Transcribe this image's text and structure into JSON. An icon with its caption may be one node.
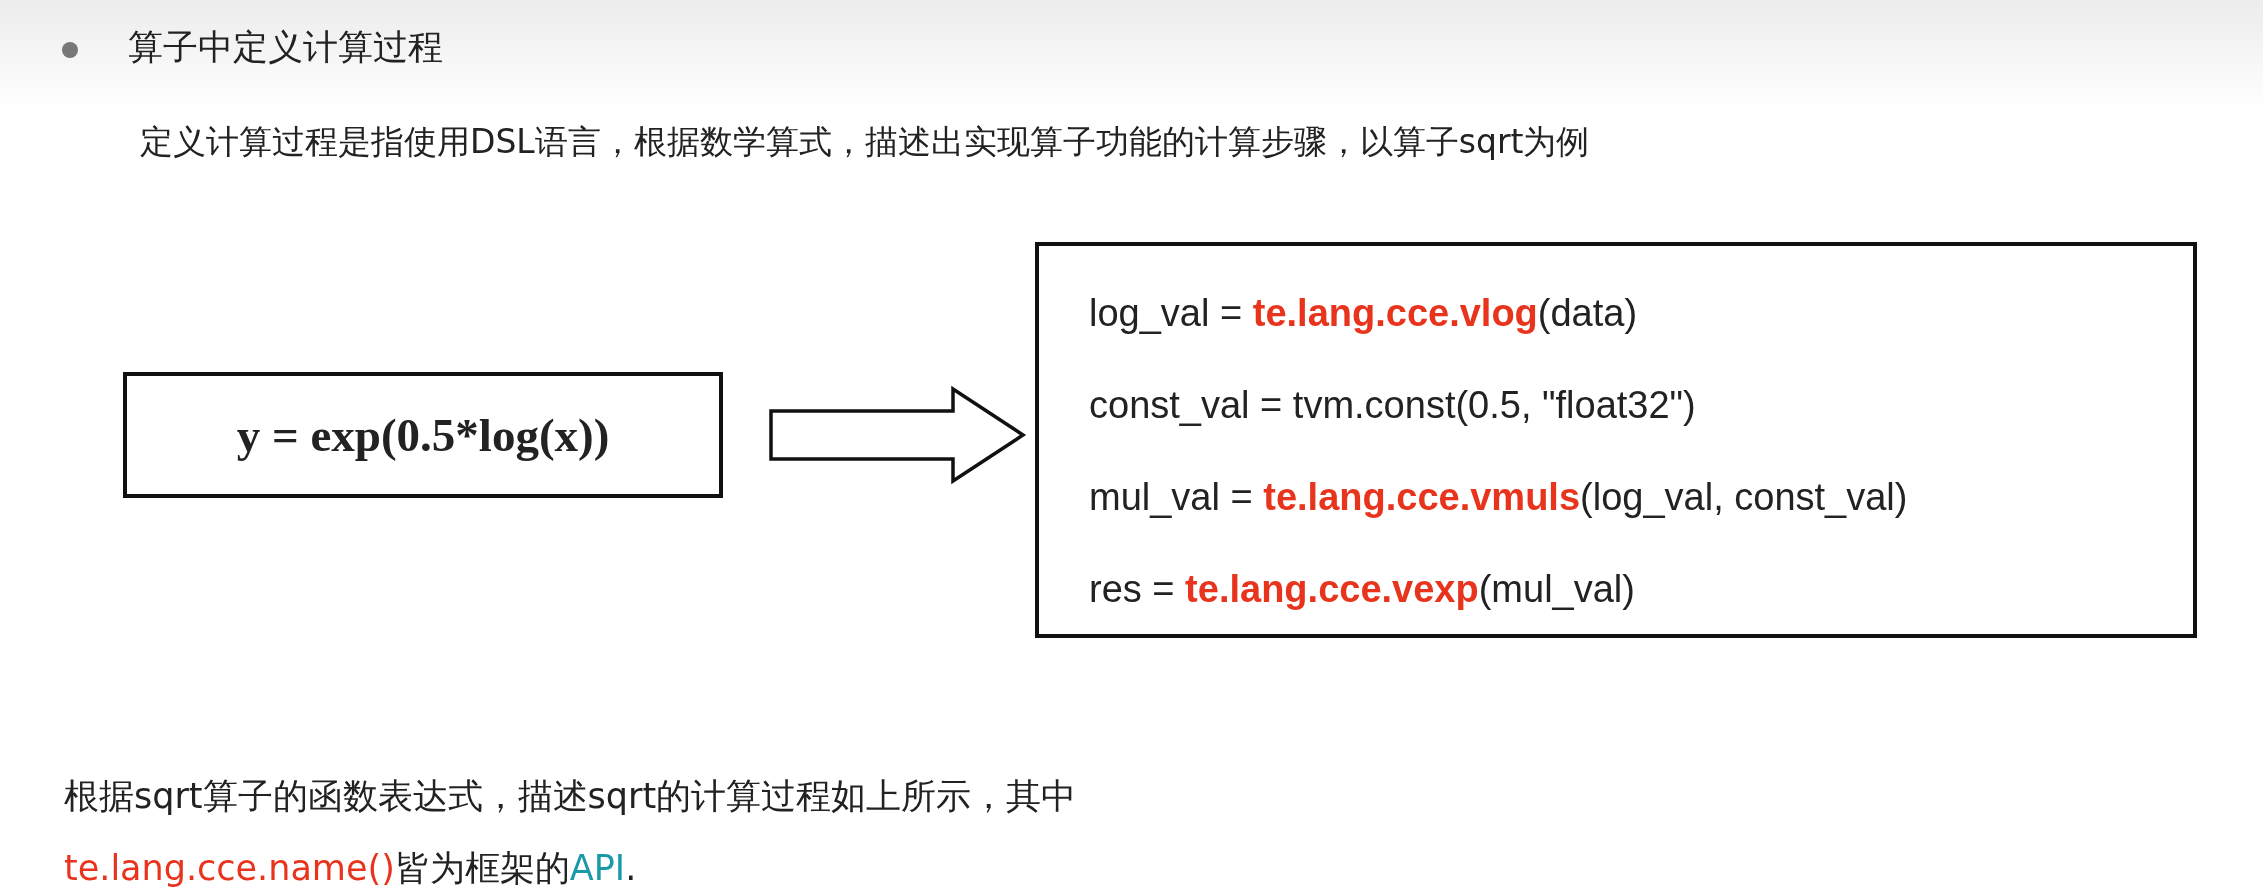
{
  "diagram": {
    "title": "算子中定义计算过程",
    "nodes": [
      {
        "text": [
          "y = exp(0.5*log(x))"
        ]
      },
      {
        "text": [
          "log_val = **te.lang.cce.vlog**(data)",
          "const_val = tvm.const(0.5, \"float32\")",
          "mul_val = **te.lang.cce.vmuls**(log_val, const_val)",
          "res = **te.lang.cce.vexp**(mul_val)"
        ]
      }
    ],
    "edges": [
      {
        "from": 0,
        "to": 1,
        "arrow": "to"
      }
    ],
    "labels": [
      "定义计算过程是指使用DSL语言，根据数学算式，描述出实现算子功能的计算步骤，以算子sqrt为例",
      "根据sqrt算子的函数表达式，描述sqrt的计算过程如上所示，其中**te.lang.cce.name()**皆为框架的**API**."
    ]
  }
}
